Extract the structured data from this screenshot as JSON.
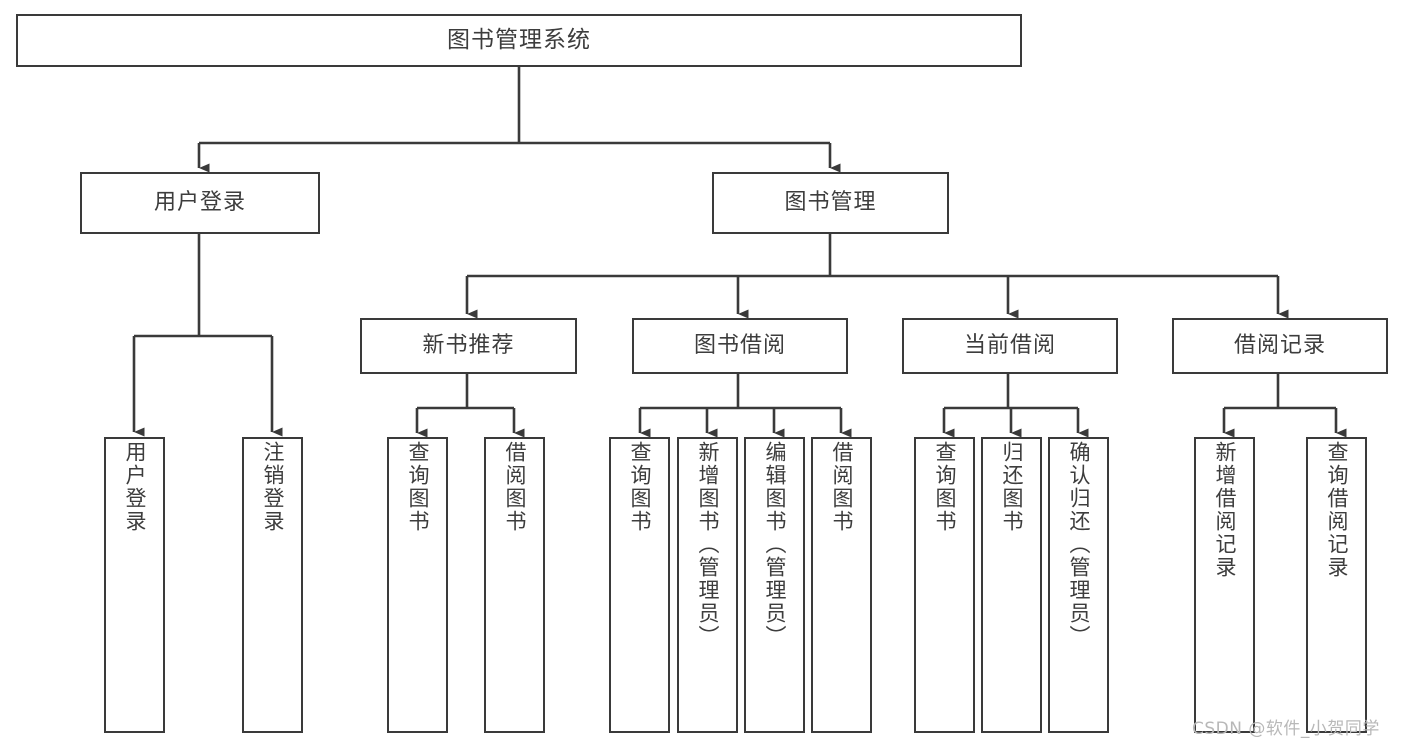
{
  "diagram": {
    "type": "tree-hierarchy",
    "title": "图书管理系统",
    "root": {
      "label": "图书管理系统"
    },
    "level2": [
      {
        "label": "用户登录"
      },
      {
        "label": "图书管理"
      }
    ],
    "level3": [
      {
        "label": "新书推荐"
      },
      {
        "label": "图书借阅"
      },
      {
        "label": "当前借阅"
      },
      {
        "label": "借阅记录"
      }
    ],
    "leaves": {
      "user_login": [
        {
          "label": "用户登录"
        },
        {
          "label": "注销登录"
        }
      ],
      "new_book_recommend": [
        {
          "label": "查询图书"
        },
        {
          "label": "借阅图书"
        }
      ],
      "book_borrow": [
        {
          "label": "查询图书"
        },
        {
          "label": "新增图书（管理员）"
        },
        {
          "label": "编辑图书（管理员）"
        },
        {
          "label": "借阅图书"
        }
      ],
      "current_borrow": [
        {
          "label": "查询图书"
        },
        {
          "label": "归还图书"
        },
        {
          "label": "确认归还（管理员）"
        }
      ],
      "borrow_record": [
        {
          "label": "新增借阅记录"
        },
        {
          "label": "查询借阅记录"
        }
      ]
    },
    "watermark": "CSDN @软件_小贺同学",
    "colors": {
      "stroke": "#3a3a3a",
      "background": "#ffffff",
      "text": "#3d3d3d",
      "watermark": "#b8b8b8"
    }
  }
}
